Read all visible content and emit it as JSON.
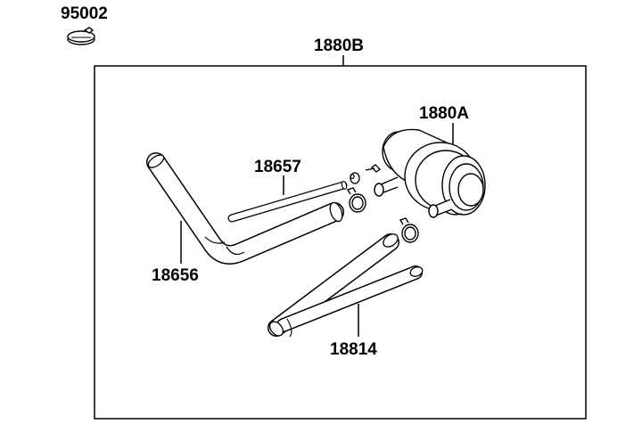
{
  "labels": {
    "clamp_top": "95002",
    "assembly": "1880B",
    "valve": "1880A",
    "short_pipe": "18657",
    "bent_hose": "18656",
    "y_hose": "18814"
  },
  "colors": {
    "line": "#000000",
    "background": "#ffffff",
    "shade": "#d8d8d8"
  }
}
